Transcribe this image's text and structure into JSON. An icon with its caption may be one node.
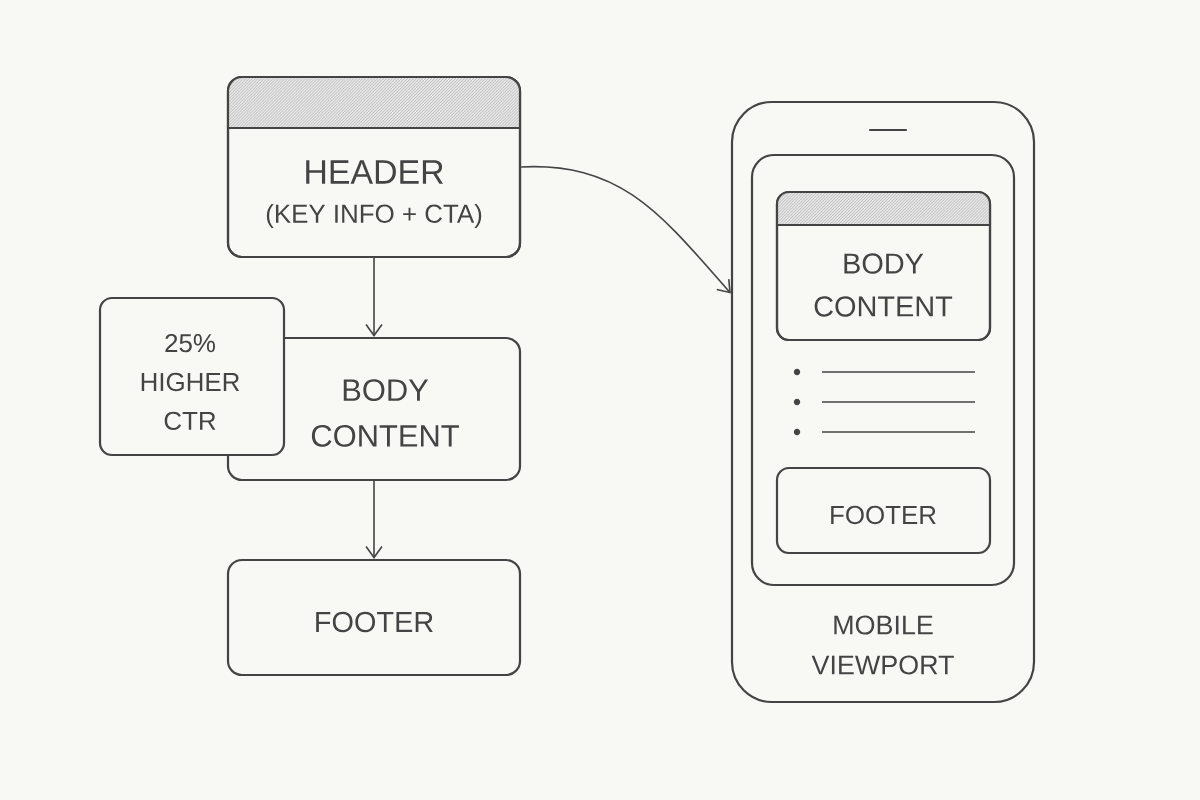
{
  "diagram": {
    "nodes": [
      {
        "text": [
          "HEADER",
          "(KEY INFO + CTA)"
        ]
      },
      {
        "text": [
          "BODY CONTENT"
        ]
      },
      {
        "text": [
          "25% HIGHER CTR"
        ]
      },
      {
        "text": [
          "FOOTER"
        ]
      },
      {
        "text": [
          "MOBILE VIEWPORT"
        ]
      },
      {
        "text": [],
        "shape": "box",
        "in": 4
      },
      {
        "text": [
          "BODY CONTENT"
        ],
        "in": 5
      },
      {
        "text": [
          "FOOTER"
        ],
        "in": 5
      }
    ],
    "edges": [
      {
        "from": 0,
        "to": 1,
        "arrow": "to"
      },
      {
        "from": 1,
        "to": 3,
        "arrow": "to"
      },
      {
        "from": 0,
        "to": 4,
        "arrow": "to"
      }
    ]
  }
}
